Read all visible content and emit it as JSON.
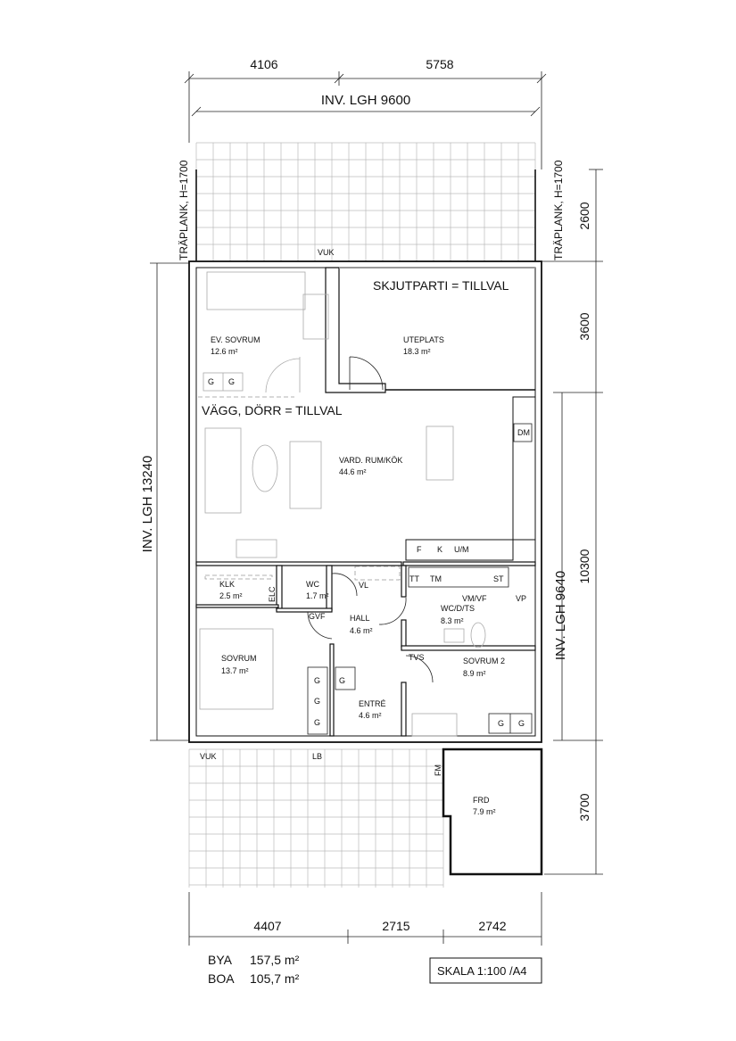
{
  "dimensions": {
    "top": [
      "4106",
      "5758"
    ],
    "top_total": "INV. LGH  9600",
    "bottom": [
      "4407",
      "2715",
      "2742"
    ],
    "right_outer": [
      "2600",
      "3600",
      "10300",
      "3700"
    ],
    "right_inner": "INV. LGH  9640",
    "left": "INV. LGH  13240",
    "fence_left": "TRÄPLANK, H=1700",
    "fence_right": "TRÄPLANK, H=1700"
  },
  "notes": {
    "sliding": "SKJUTPARTI = TILLVAL",
    "wall_door": "VÄGG, DÖRR = TILLVAL"
  },
  "rooms": [
    {
      "name": "EV. SOVRUM",
      "area": "12.6 m²"
    },
    {
      "name": "UTEPLATS",
      "area": "18.3 m²"
    },
    {
      "name": "VARD. RUM/KÖK",
      "area": "44.6 m²"
    },
    {
      "name": "KLK",
      "area": "2.5 m²"
    },
    {
      "name": "WC",
      "area": "1.7 m²"
    },
    {
      "name": "HALL",
      "area": "4.6 m²"
    },
    {
      "name": "WC/D/TS",
      "area": "8.3 m²"
    },
    {
      "name": "SOVRUM",
      "area": "13.7 m²"
    },
    {
      "name": "SOVRUM 2",
      "area": "8.9 m²"
    },
    {
      "name": "ENTRÉ",
      "area": "4.6 m²"
    },
    {
      "name": "FRD",
      "area": "7.9 m²"
    }
  ],
  "tags": {
    "vuk_top": "VUK",
    "vuk_bottom": "VUK",
    "lb": "LB",
    "dm": "DM",
    "f": "F",
    "k": "K",
    "um": "U/M",
    "tt": "TT",
    "tm": "TM",
    "st": "ST",
    "vmvf": "VM/VF",
    "vp": "VP",
    "vl": "VL",
    "elc": "ELC",
    "gvf": "GVF",
    "tvs": "TVS",
    "fm": "FM",
    "g": "G"
  },
  "summary": {
    "bya_label": "BYA",
    "bya_value": "157,5 m²",
    "boa_label": "BOA",
    "boa_value": "105,7 m²",
    "scale": "SKALA 1:100  /A4"
  }
}
